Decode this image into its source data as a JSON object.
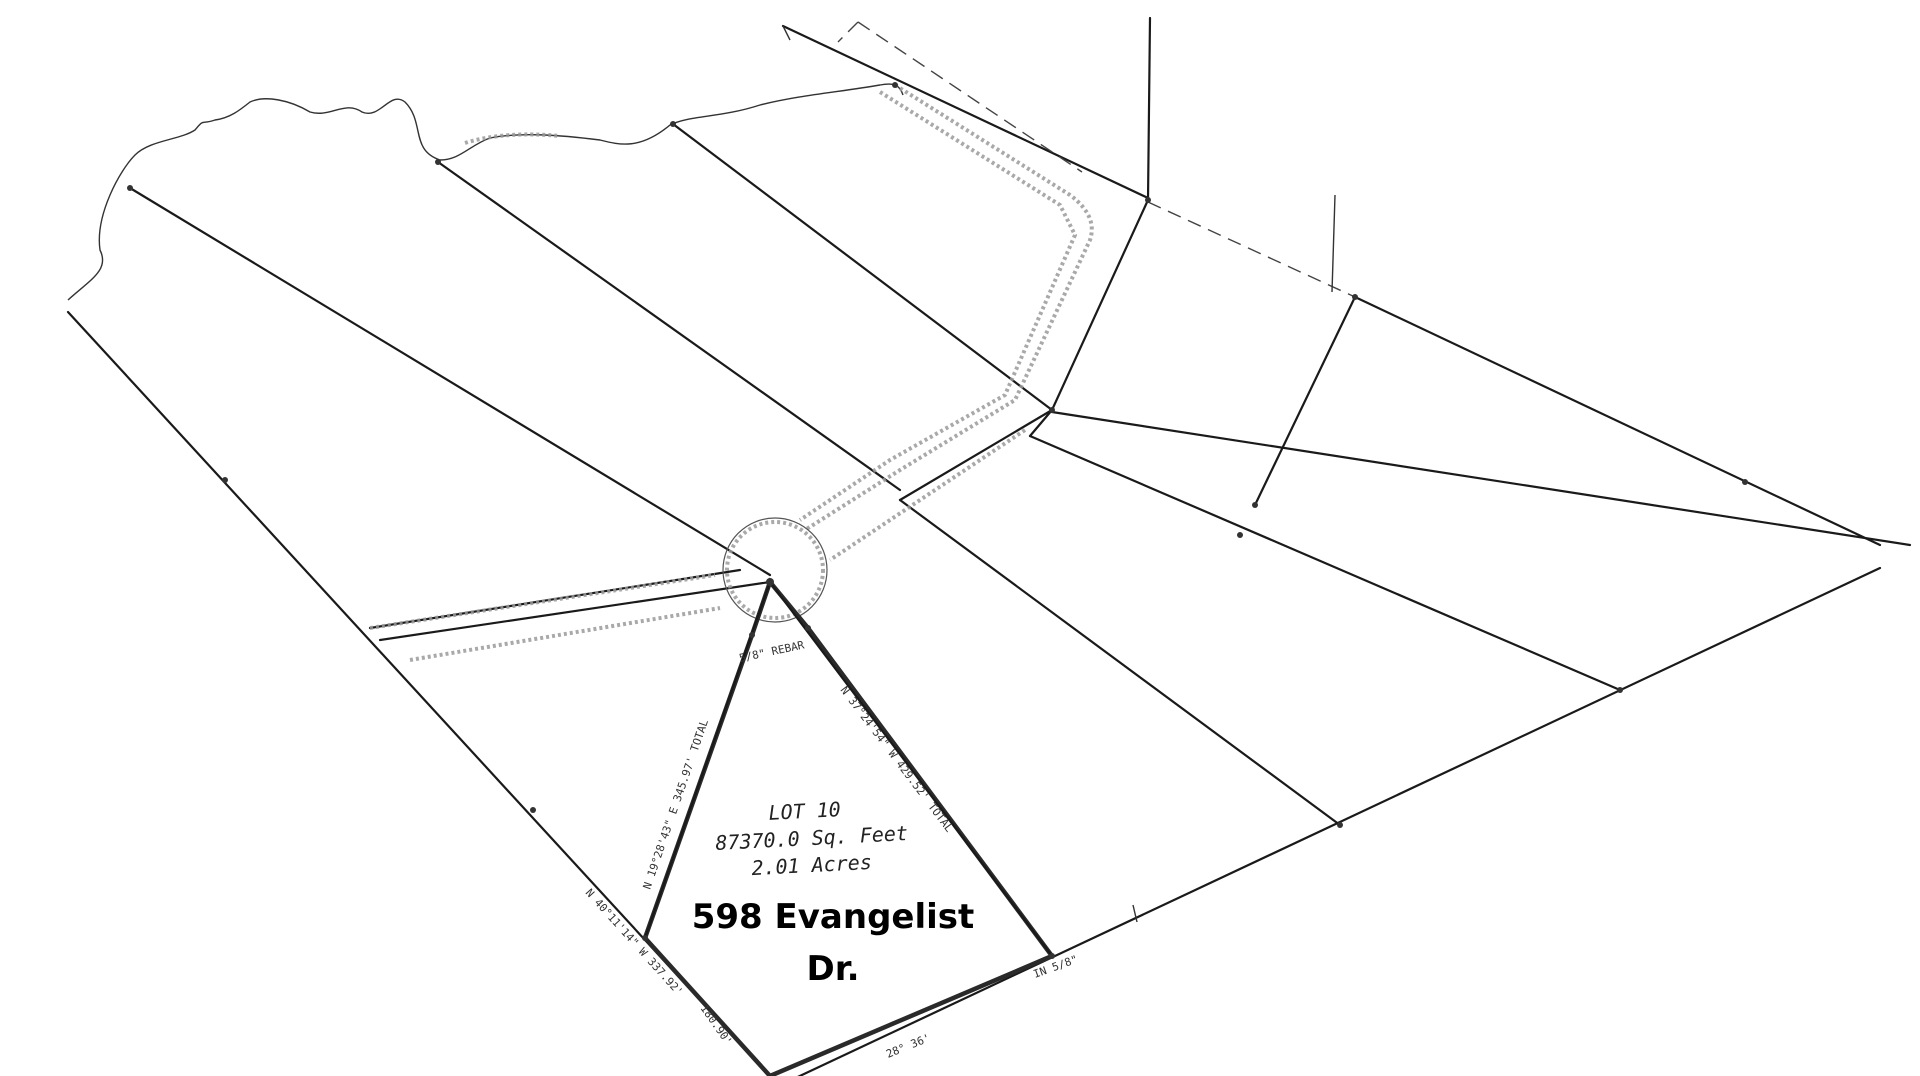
{
  "lot": {
    "label": "LOT 10",
    "area_sqft": "87370.0 Sq. Feet",
    "area_acres": "2.01 Acres"
  },
  "address": {
    "line1": "598 Evangelist",
    "line2": "Dr."
  },
  "bearings": {
    "west_side": "N 19°28'43\" E  345.97' TOTAL",
    "east_side": "N 37°24'54\" W  429.52' TOTAL",
    "southwest": "N 40°11'14\" W  337.92'",
    "south_seg": "180.90'",
    "south_arc": "28° 36'",
    "pin_top": "5/8\" REBAR",
    "pin_sw": "IN 5/8\""
  }
}
